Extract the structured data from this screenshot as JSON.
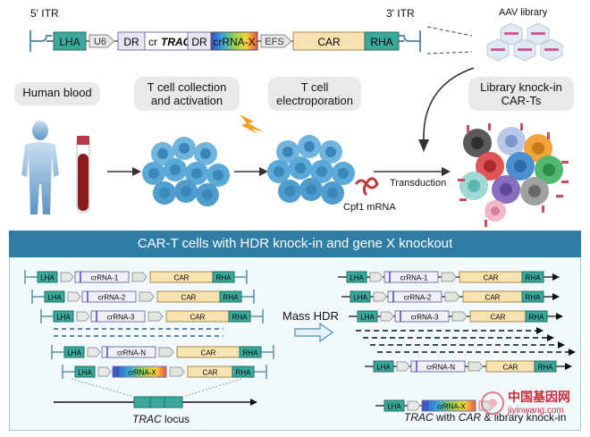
{
  "top_construct": {
    "itr_left": "5' ITR",
    "itr_right": "3' ITR",
    "segments": [
      "LHA",
      "U6",
      "DR",
      "cr",
      "TRAC",
      "DR",
      "crRNA-X",
      "EFS",
      "CAR",
      "RHA"
    ]
  },
  "aav_library": "AAV library",
  "steps": {
    "human_blood": "Human blood",
    "collection": [
      "T cell collection",
      "and activation"
    ],
    "electroporation": [
      "T cell",
      "electroporation"
    ],
    "library": [
      "Library knock-in",
      "CAR-Ts"
    ]
  },
  "labels": {
    "transduction": "Transduction",
    "cpf1": "Cpf1 mRNA",
    "mass_hdr": "Mass HDR",
    "trac_locus_italic": "TRAC",
    "trac_locus_rest": " locus",
    "trac_after_italic": "TRAC",
    "trac_after_mid": " with ",
    "trac_after_car": "CAR",
    "trac_after_rest": " & library knock-in"
  },
  "panel_title": "CAR-T cells with HDR knock-in and gene X knockout",
  "left_constructs": [
    {
      "lha": "LHA",
      "crrna": "crRNA-1",
      "car": "CAR",
      "rha": "RHA"
    },
    {
      "lha": "LHA",
      "crrna": "crRNA-2",
      "car": "CAR",
      "rha": "RHA"
    },
    {
      "lha": "LHA",
      "crrna": "crRNA-3",
      "car": "CAR",
      "rha": "RHA"
    },
    {
      "lha": "LHA",
      "crrna": "crRNA-N",
      "car": "CAR",
      "rha": "RHA"
    },
    {
      "lha": "LHA",
      "crrna": "crRNA-X",
      "car": "CAR",
      "rha": "RHA"
    }
  ],
  "right_constructs": [
    {
      "lha": "LHA",
      "crrna": "crRNA-1",
      "car": "CAR",
      "rha": "RHA"
    },
    {
      "lha": "LHA",
      "crrna": "crRNA-2",
      "car": "CAR",
      "rha": "RHA"
    },
    {
      "lha": "LHA",
      "crrna": "crRNA-3",
      "car": "CAR",
      "rha": "RHA"
    },
    {
      "lha": "LHA",
      "crrna": "crRNA-N",
      "car": "CAR",
      "rha": "RHA"
    },
    {
      "lha": "LHA",
      "crrna": "crRNA-X"
    }
  ],
  "watermark": {
    "cn": "中国基因网",
    "url": "jiyinwang.com"
  },
  "colors": {
    "lha_fill": "#3aa99b",
    "car_fill": "#f7e2b0",
    "dr_fill": "#e7e4f4",
    "panel_header": "#2f7ca5",
    "blood": "#8b1a1a",
    "cell": "#5aa9d6"
  }
}
